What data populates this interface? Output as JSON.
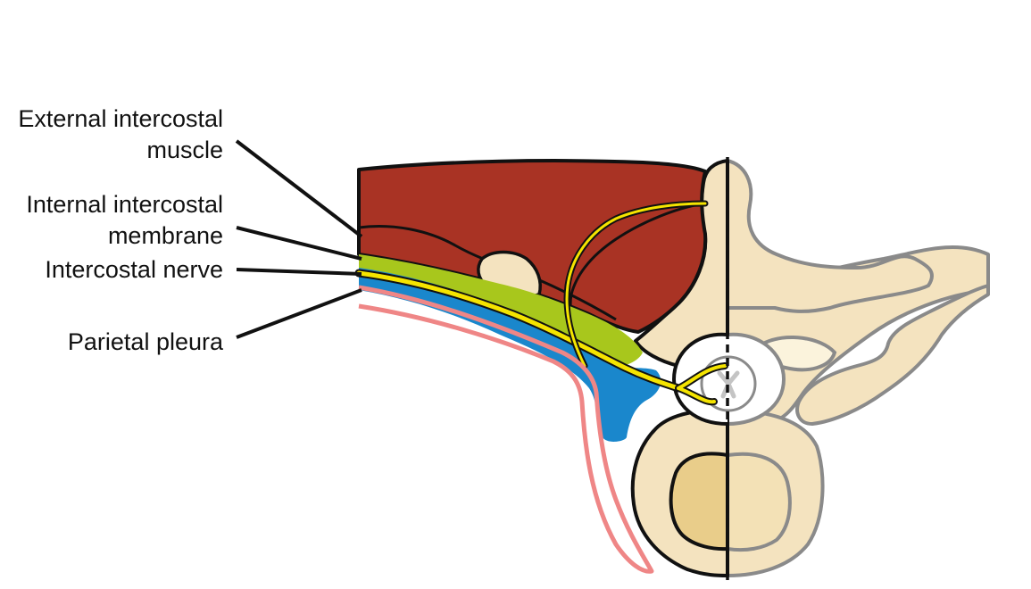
{
  "labels": {
    "external_intercostal": [
      "External intercostal",
      "muscle"
    ],
    "internal_membrane": [
      "Internal intercostal",
      "membrane"
    ],
    "intercostal_nerve": [
      "Intercostal nerve"
    ],
    "parietal_pleura": [
      "Parietal pleura"
    ]
  },
  "colors": {
    "muscle": "#a93324",
    "bone": "#f4e3bf",
    "bone_light": "#f8ecd4",
    "vertebral_body": "#e9cd8a",
    "membrane_green": "#a8c71c",
    "fat_blue": "#1a87cc",
    "nerve_yellow": "#f5e400",
    "pleura_pink": "#ef8686",
    "outline": "#111111",
    "outline_grey": "#8a8a8a"
  }
}
